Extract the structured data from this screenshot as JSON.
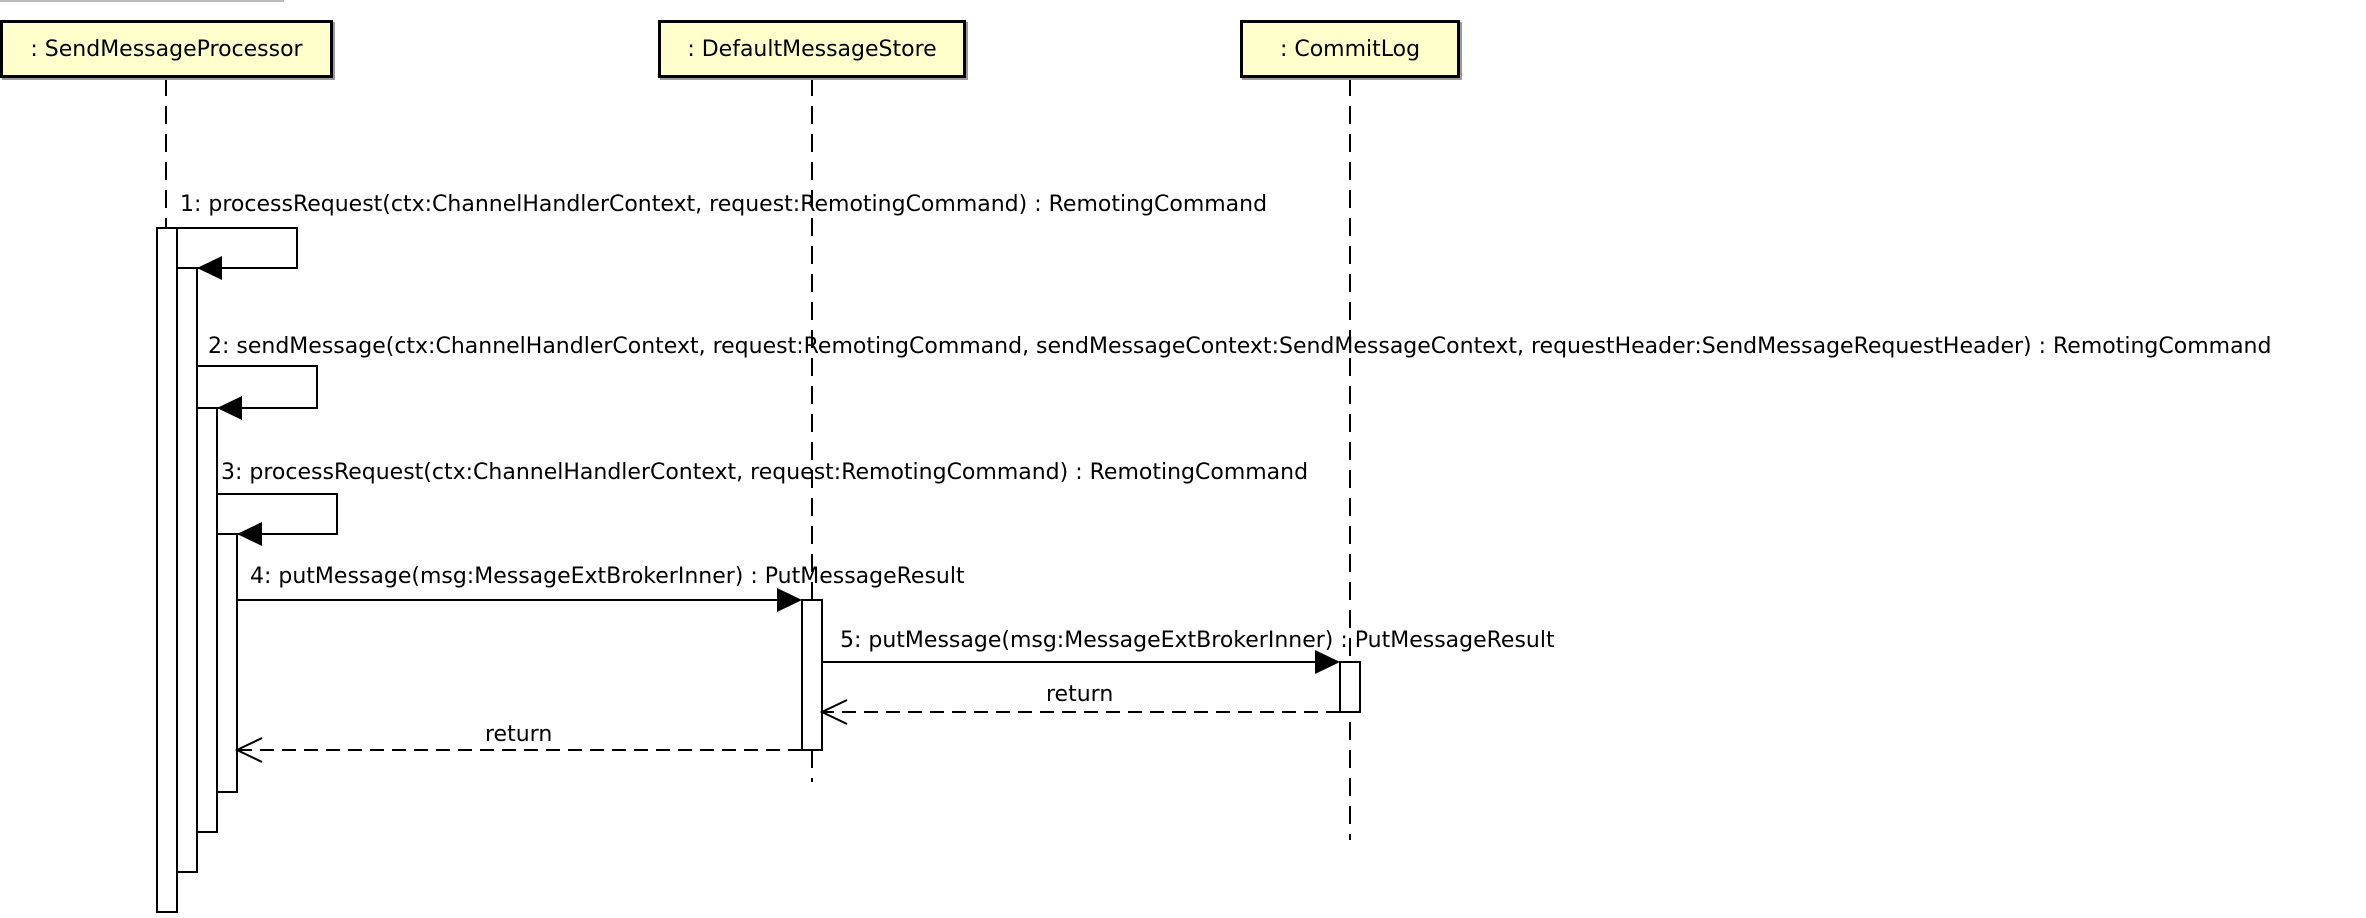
{
  "lifelines": [
    {
      "name": ": SendMessageProcessor"
    },
    {
      "name": ": DefaultMessageStore"
    },
    {
      "name": ": CommitLog"
    }
  ],
  "messages": [
    {
      "label": "1: processRequest(ctx:ChannelHandlerContext, request:RemotingCommand) : RemotingCommand",
      "kind": "self-call"
    },
    {
      "label": "2: sendMessage(ctx:ChannelHandlerContext, request:RemotingCommand, sendMessageContext:SendMessageContext, requestHeader:SendMessageRequestHeader) : RemotingCommand",
      "kind": "self-call"
    },
    {
      "label": "3: processRequest(ctx:ChannelHandlerContext, request:RemotingCommand) : RemotingCommand",
      "kind": "self-call"
    },
    {
      "label": "4: putMessage(msg:MessageExtBrokerInner) : PutMessageResult",
      "kind": "sync-call"
    },
    {
      "label": "5: putMessage(msg:MessageExtBrokerInner) : PutMessageResult",
      "kind": "sync-call"
    },
    {
      "label": "return",
      "kind": "reply"
    },
    {
      "label": "return",
      "kind": "reply"
    }
  ],
  "colors": {
    "lifeline_fill": "#ffffcc",
    "line": "#000000",
    "background": "#ffffff"
  }
}
